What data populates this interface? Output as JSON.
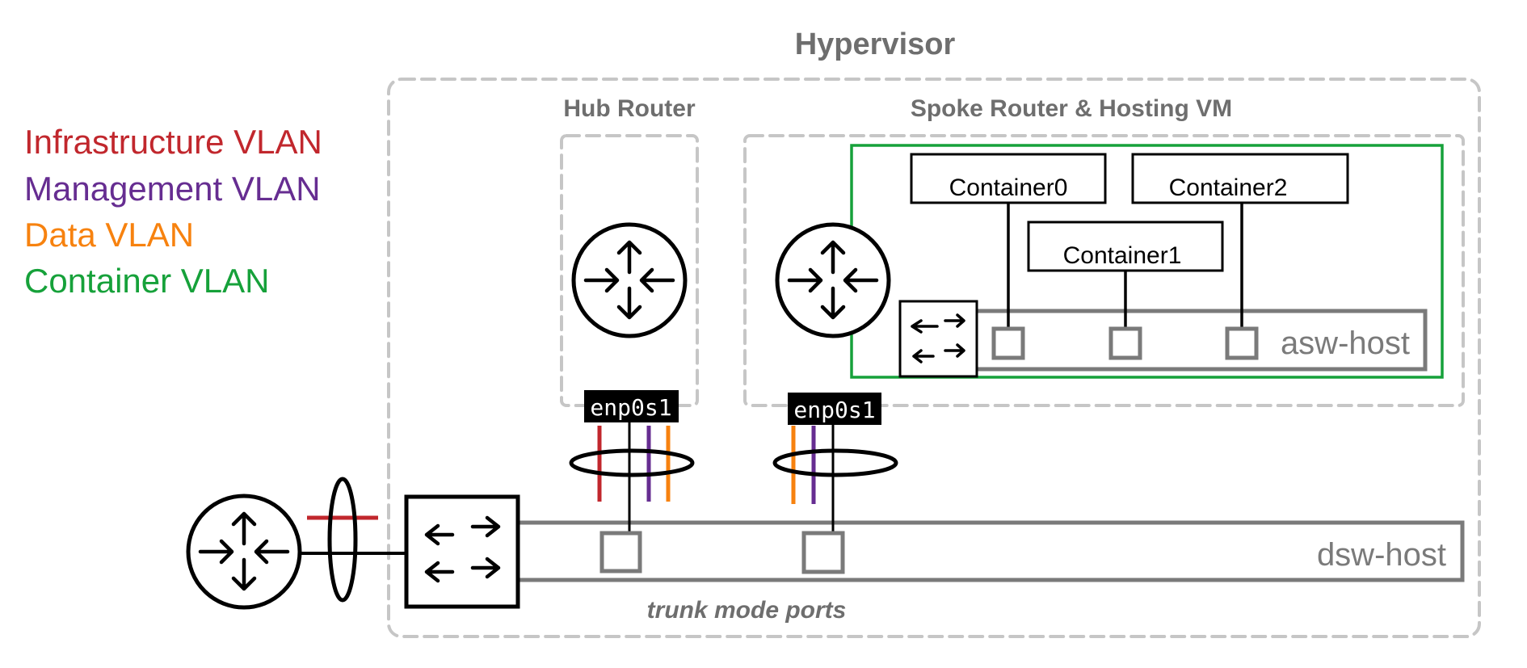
{
  "title": "Hypervisor",
  "legend": [
    {
      "label": "Infrastructure VLAN",
      "color": "#c1272d"
    },
    {
      "label": "Management VLAN",
      "color": "#662d91"
    },
    {
      "label": "Data VLAN",
      "color": "#f7820f"
    },
    {
      "label": "Container VLAN",
      "color": "#16a13a"
    }
  ],
  "hub_router": {
    "label": "Hub Router",
    "interface": "enp0s1",
    "icon": "router-icon"
  },
  "spoke_router": {
    "label": "Spoke Router & Hosting VM",
    "interface": "enp0s1",
    "icon": "router-icon"
  },
  "containers": [
    "Container0",
    "Container1",
    "Container2"
  ],
  "asw_host": "asw-host",
  "dsw_host": "dsw-host",
  "trunk_label": "trunk mode ports",
  "colors": {
    "dashed_border": "#c6c6c6",
    "gray_text": "#6e6e6e",
    "switch_bar": "#7a7a7a"
  }
}
